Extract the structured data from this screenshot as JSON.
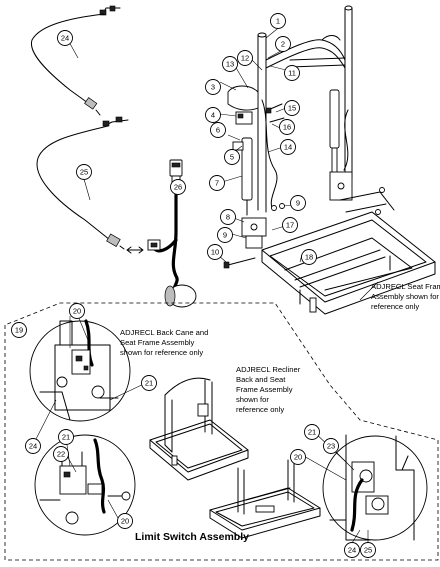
{
  "callouts": [
    {
      "id": "1",
      "label": "1"
    },
    {
      "id": "2",
      "label": "2"
    },
    {
      "id": "3",
      "label": "3"
    },
    {
      "id": "4",
      "label": "4"
    },
    {
      "id": "5",
      "label": "5"
    },
    {
      "id": "6",
      "label": "6"
    },
    {
      "id": "7",
      "label": "7"
    },
    {
      "id": "8",
      "label": "8"
    },
    {
      "id": "9a",
      "label": "9"
    },
    {
      "id": "9b",
      "label": "9"
    },
    {
      "id": "10",
      "label": "10"
    },
    {
      "id": "11",
      "label": "11"
    },
    {
      "id": "12",
      "label": "12"
    },
    {
      "id": "13",
      "label": "13"
    },
    {
      "id": "14",
      "label": "14"
    },
    {
      "id": "15",
      "label": "15"
    },
    {
      "id": "16",
      "label": "16"
    },
    {
      "id": "17",
      "label": "17"
    },
    {
      "id": "18",
      "label": "18"
    },
    {
      "id": "19",
      "label": "19"
    },
    {
      "id": "20a",
      "label": "20"
    },
    {
      "id": "20b",
      "label": "20"
    },
    {
      "id": "20c",
      "label": "20"
    },
    {
      "id": "21a",
      "label": "21"
    },
    {
      "id": "21b",
      "label": "21"
    },
    {
      "id": "21c",
      "label": "21"
    },
    {
      "id": "22",
      "label": "22"
    },
    {
      "id": "23",
      "label": "23"
    },
    {
      "id": "24a",
      "label": "24"
    },
    {
      "id": "24b",
      "label": "24"
    },
    {
      "id": "24c",
      "label": "24"
    },
    {
      "id": "25a",
      "label": "25"
    },
    {
      "id": "25b",
      "label": "25"
    },
    {
      "id": "26",
      "label": "26"
    }
  ],
  "notes": {
    "seat_frame": [
      "ADJRECL Seat Frame",
      "Assembly shown for",
      "reference only"
    ],
    "back_cane": [
      "ADJRECL Back Cane and",
      "Seat Frame Assembly",
      "shown for reference only"
    ],
    "recliner": [
      "ADJRECL Recliner",
      "Back and Seat",
      "Frame Assembly",
      "shown for",
      "reference only"
    ]
  },
  "inset_title": "Limit Switch Assembly"
}
